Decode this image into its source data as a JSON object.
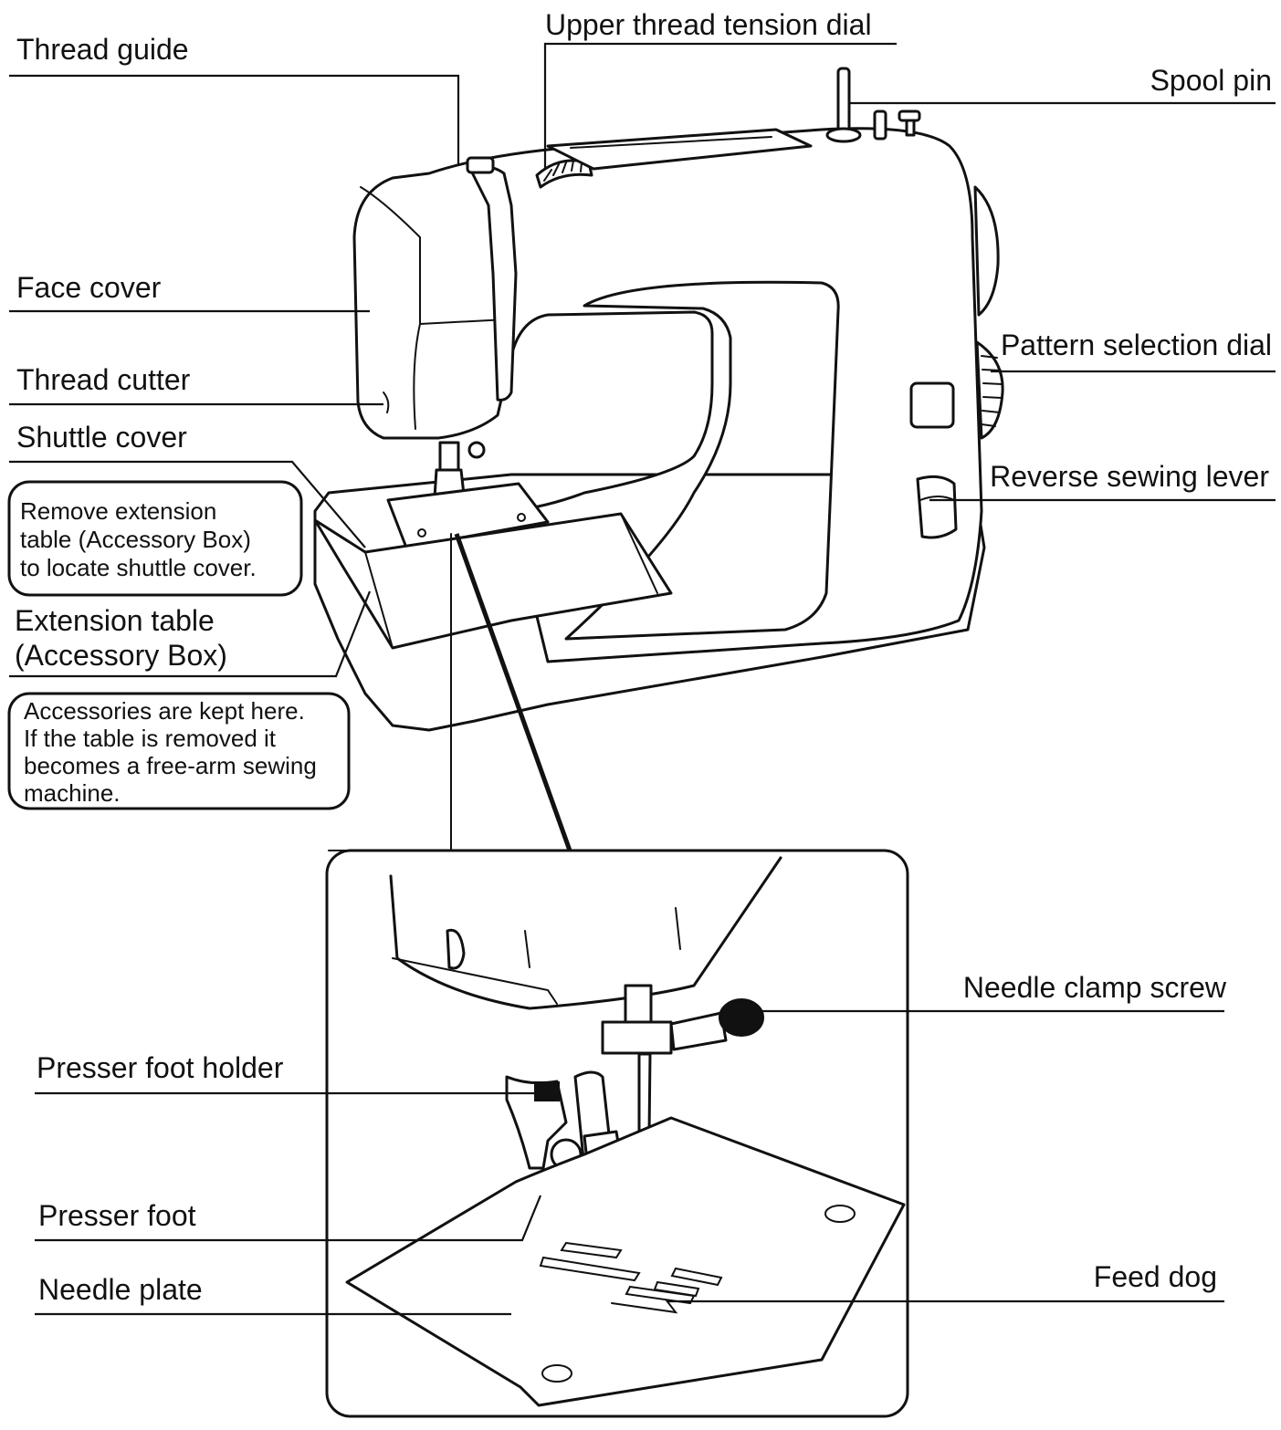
{
  "labels": {
    "thread_guide": "Thread guide",
    "upper_thread_tension_dial": "Upper thread tension dial",
    "spool_pin": "Spool pin",
    "face_cover": "Face cover",
    "pattern_selection_dial": "Pattern selection dial",
    "thread_cutter": "Thread cutter",
    "shuttle_cover": "Shuttle cover",
    "reverse_sewing_lever": "Reverse sewing lever",
    "extension_table_line1": "Extension table",
    "extension_table_line2": "(Accessory Box)",
    "needle_clamp_screw": "Needle clamp screw",
    "presser_foot_holder": "Presser foot holder",
    "presser_foot": "Presser foot",
    "needle_plate": "Needle plate",
    "feed_dog": "Feed dog"
  },
  "notes": {
    "shuttle_cover_note": [
      "Remove extension",
      "table (Accessory Box)",
      "to locate shuttle cover."
    ],
    "extension_table_note": [
      "Accessories are kept here.",
      "If the table is removed it",
      "becomes a free-arm sewing",
      "machine."
    ]
  }
}
